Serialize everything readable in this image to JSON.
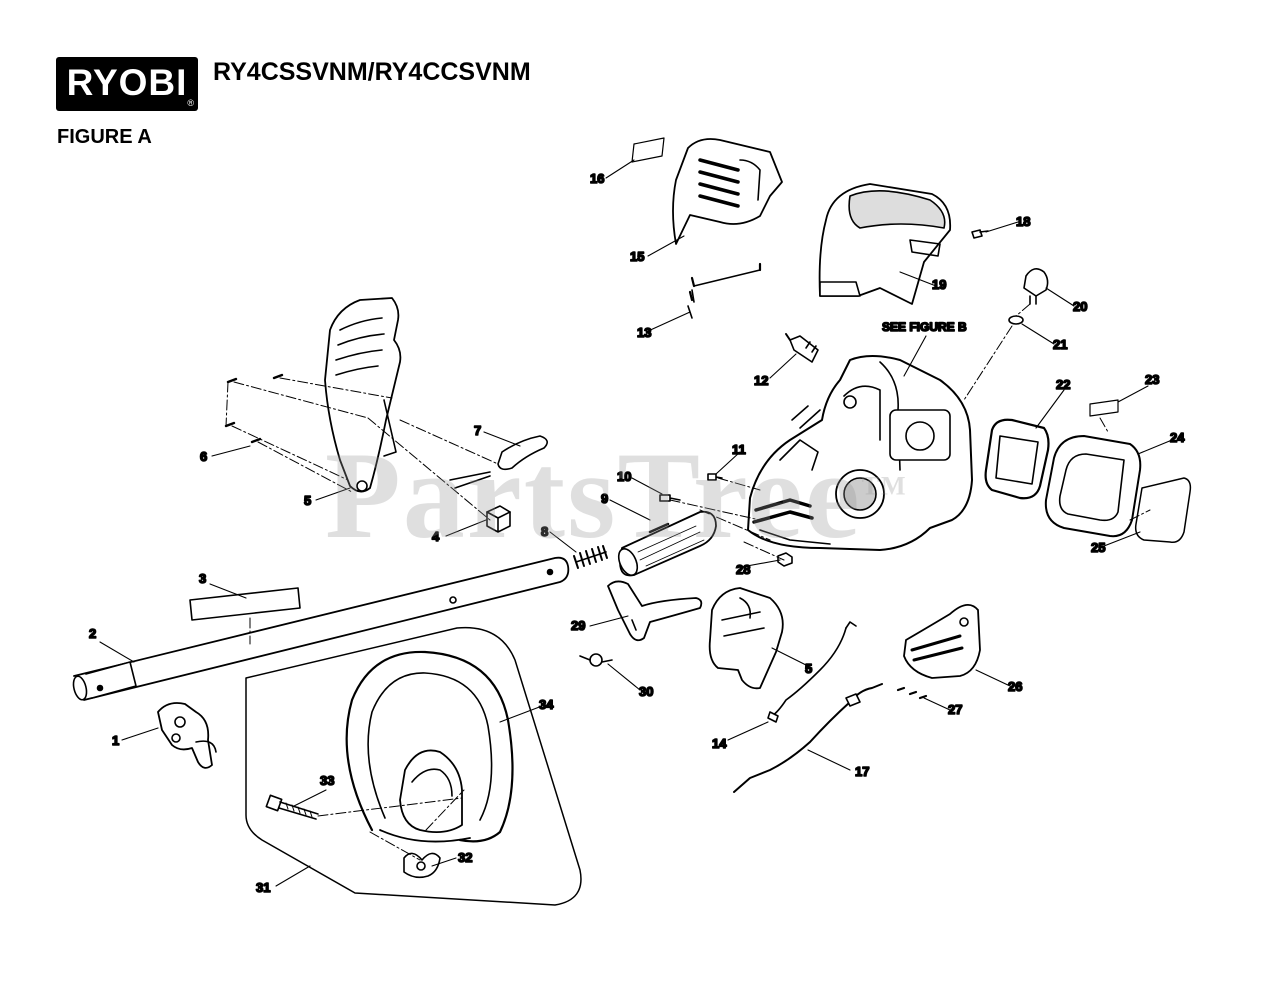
{
  "header": {
    "brand": "RYOBI",
    "brand_mark": "®",
    "model": "RY4CSSVNM/RY4CCSVNM",
    "figure_label": "FIGURE A"
  },
  "watermark": {
    "text": "PartsTree",
    "mark": "TM"
  },
  "reference_note": "SEE FIGURE B",
  "callouts": [
    "1",
    "2",
    "3",
    "4",
    "5",
    "5",
    "6",
    "7",
    "8",
    "9",
    "10",
    "11",
    "12",
    "13",
    "14",
    "15",
    "16",
    "17",
    "18",
    "19",
    "20",
    "21",
    "22",
    "23",
    "24",
    "25",
    "26",
    "27",
    "28",
    "29",
    "30",
    "31",
    "32",
    "33",
    "34"
  ],
  "colors": {
    "ink": "#000000",
    "paper": "#ffffff",
    "watermark": "#969696"
  }
}
